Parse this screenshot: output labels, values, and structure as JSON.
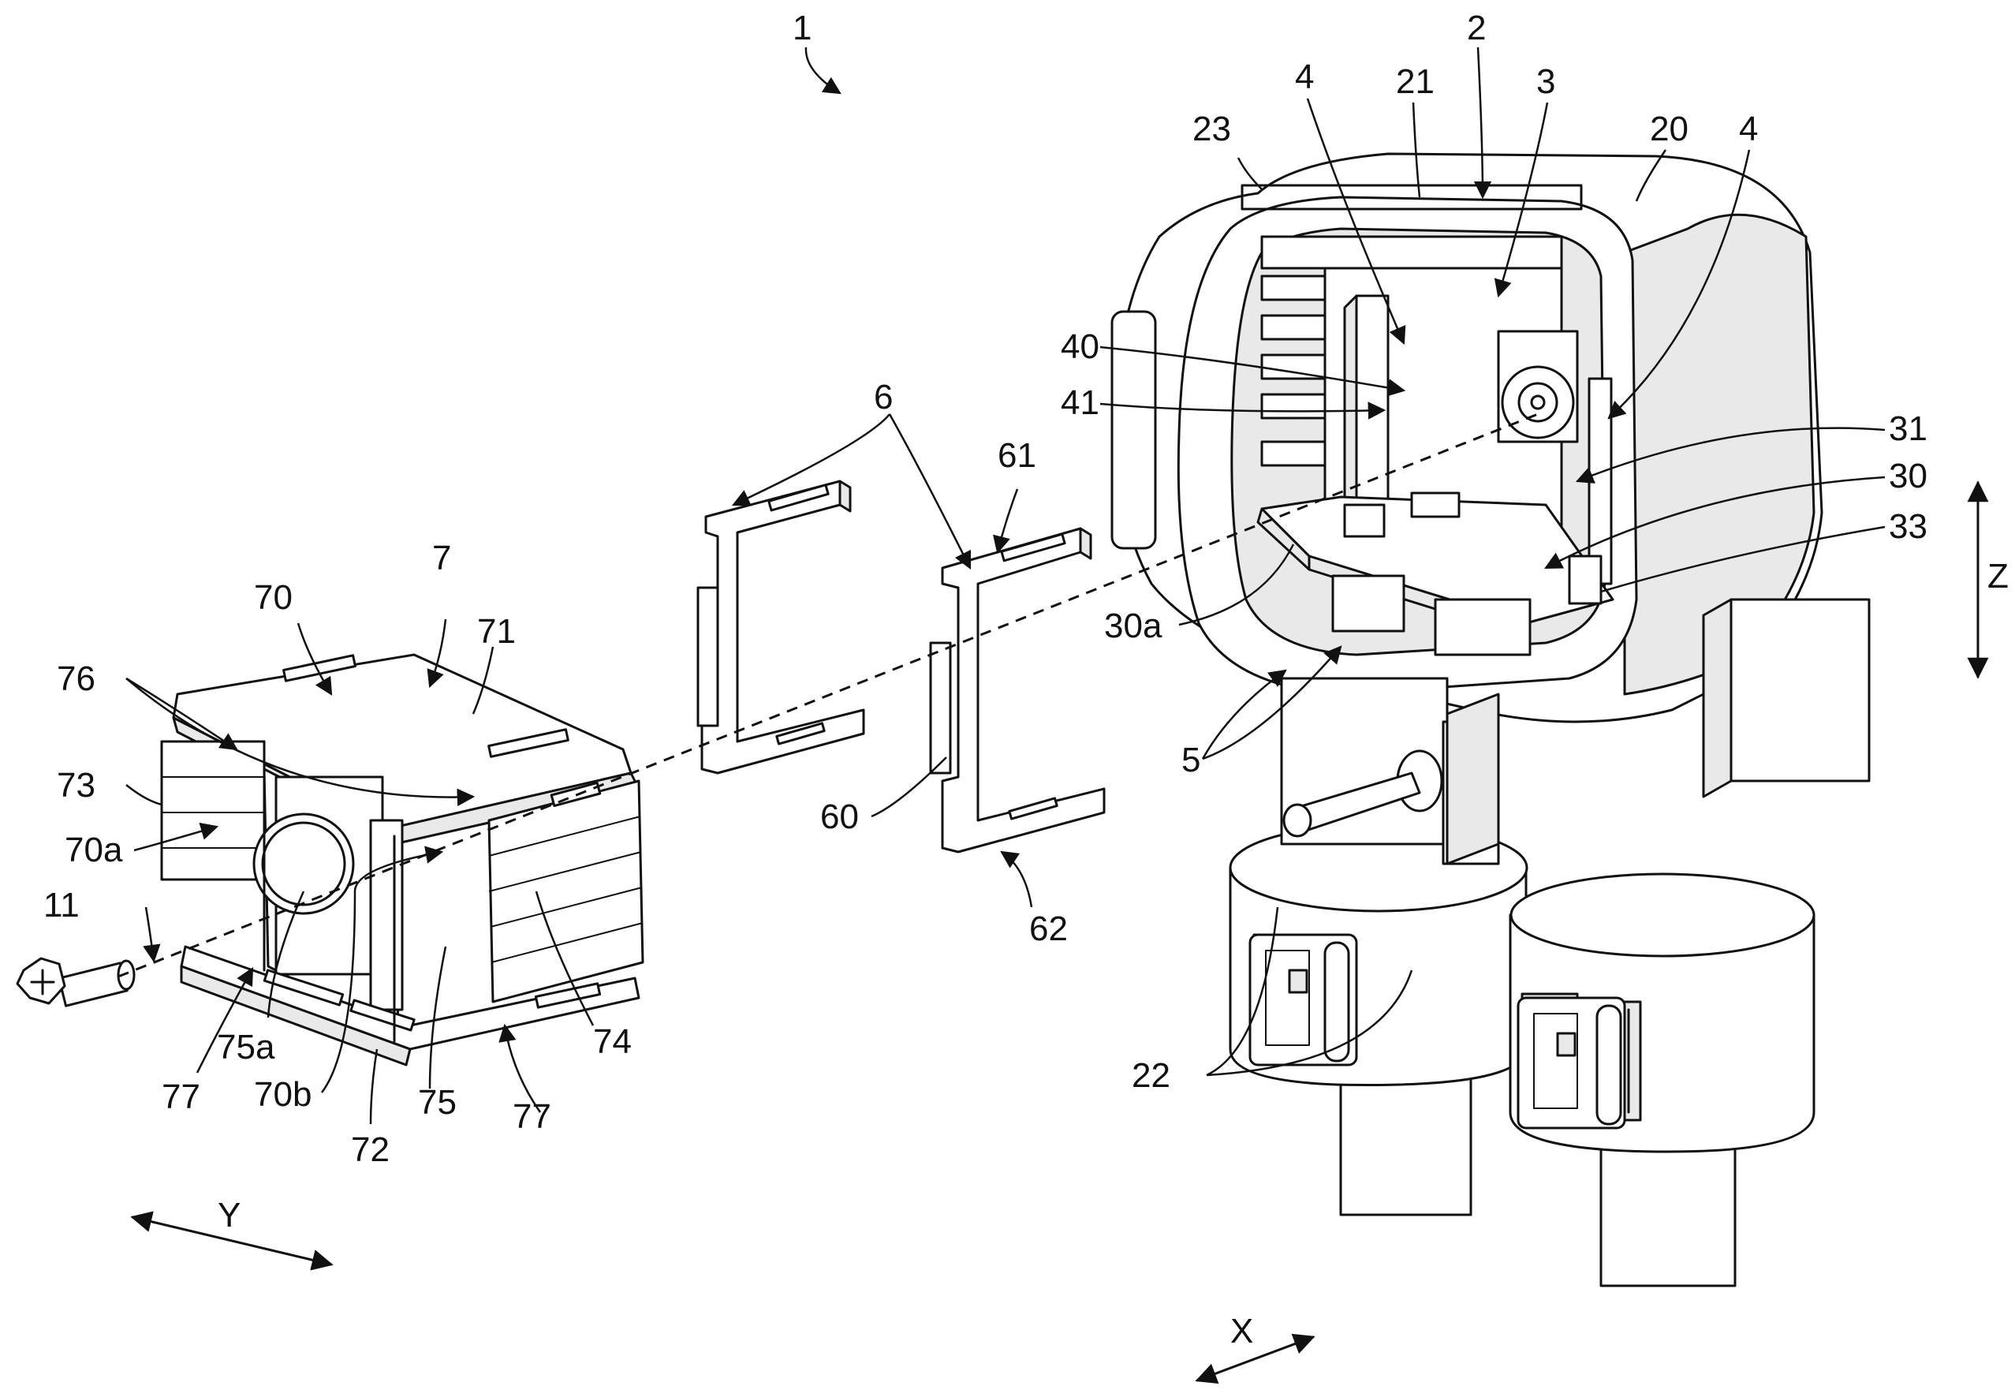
{
  "figure": {
    "reference_labels": {
      "assembly": "1",
      "housing": "2",
      "chamber": "3",
      "terminal_slot_right": "4",
      "terminal_slot_left": "4",
      "terminals": "5",
      "clip_pair": "6",
      "clip_base": "60",
      "clip_top": "61",
      "clip_bottom": "62",
      "cover": "7",
      "screw": "11",
      "housing_outer": "20",
      "housing_top": "21",
      "cables": "22",
      "housing_rim": "23",
      "floor": "30",
      "floor_edge": "30a",
      "boss": "31",
      "post": "33",
      "partition": "40",
      "partition_rib": "41",
      "cover_frame": "70",
      "cover_frame_a": "70a",
      "cover_frame_b": "70b",
      "cover_top": "71",
      "cover_bottom": "72",
      "cover_left_side": "73",
      "cover_right_side": "74",
      "cover_inner_wall": "75",
      "cover_hole": "75a",
      "cover_ribs": "76",
      "cover_feet_left": "77",
      "cover_feet_right": "77"
    },
    "axes": {
      "x": "X",
      "y": "Y",
      "z": "Z"
    }
  }
}
